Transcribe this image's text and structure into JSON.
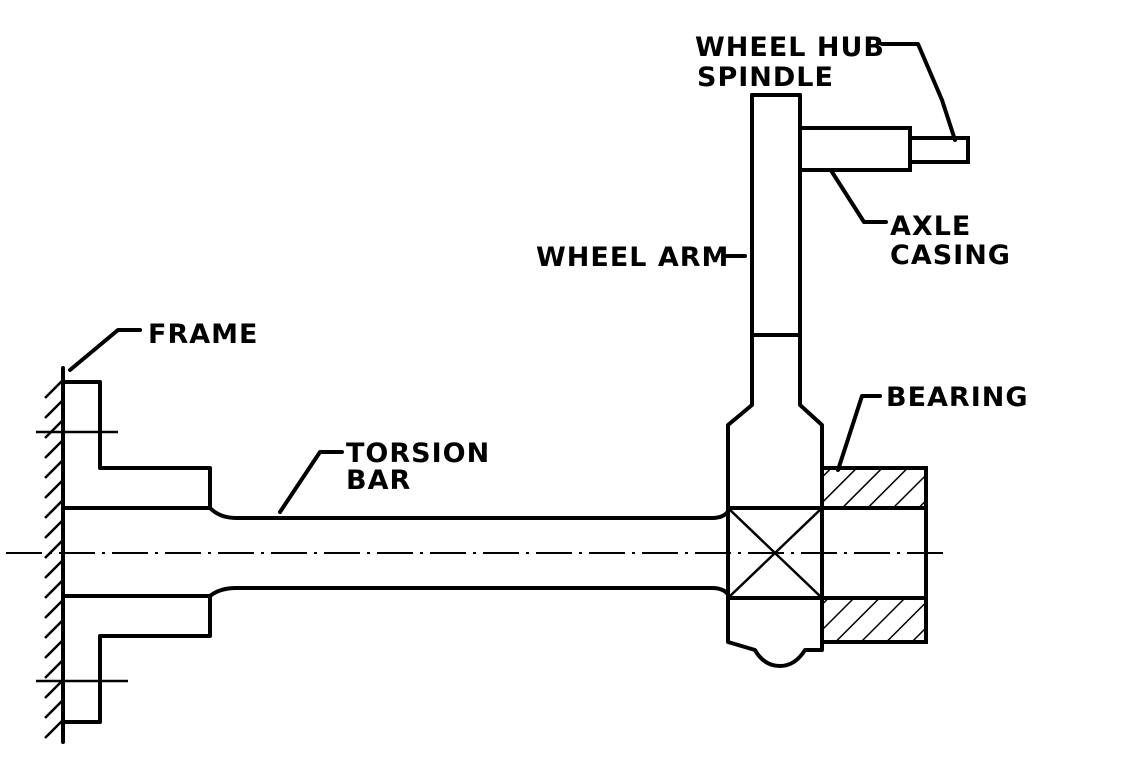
{
  "labels": {
    "wheel_hub": "WHEEL HUB",
    "spindle": "SPINDLE",
    "axle": "AXLE",
    "casing": "CASING",
    "wheel_arm": "WHEEL ARM",
    "frame": "FRAME",
    "bearing": "BEARING",
    "torsion": "TORSION",
    "bar": "BAR"
  },
  "colors": {
    "ink": "#000000",
    "paper": "#ffffff"
  }
}
